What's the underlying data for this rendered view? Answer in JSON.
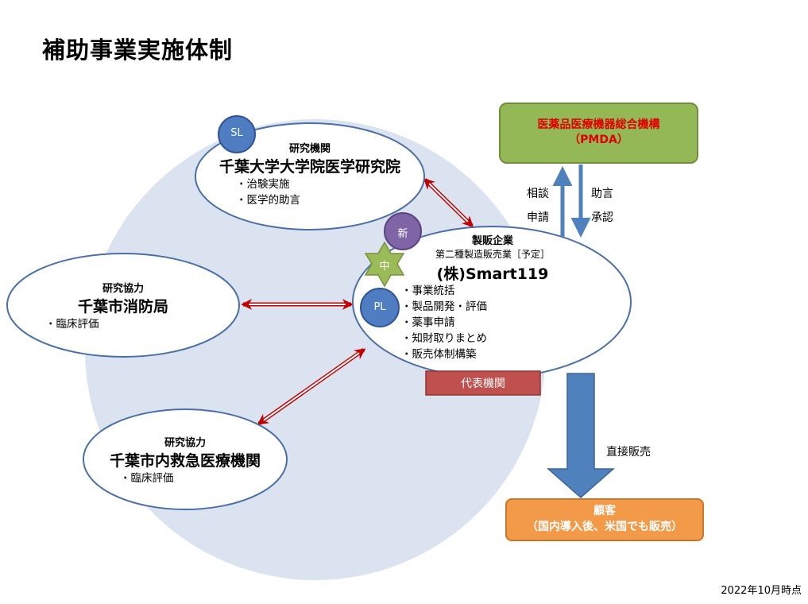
{
  "title": "補助事業実施体制",
  "timestamp": "2022年10月時点",
  "nodes": {
    "university": {
      "badge": "SL",
      "category": "研究機関",
      "name": "千葉大学大学院医学研究院",
      "bullets": [
        "・治験実施",
        "・医学的助言"
      ]
    },
    "fire_dept": {
      "category": "研究協力",
      "name": "千葉市消防局",
      "bullets": [
        "・臨床評価"
      ]
    },
    "emergency": {
      "category": "研究協力",
      "name": "千葉市内救急医療機関",
      "bullets": [
        "・臨床評価"
      ]
    },
    "company": {
      "badge_new": "新",
      "badge_mid": "中",
      "badge_pl": "PL",
      "category": "製販企業",
      "subtitle": "第二種製造販売業［予定］",
      "name": "(株)Smart119",
      "bullets": [
        "・事業統括",
        "・製品開発・評価",
        "・薬事申請",
        "・知財取りまとめ",
        "・販売体制構築"
      ],
      "rep_label": "代表機関"
    },
    "pmda": {
      "line1": "医薬品医療機器総合機構",
      "line2": "（PMDA）"
    },
    "customer": {
      "line1": "顧客",
      "line2": "（国内導入後、米国でも販売）"
    }
  },
  "flows": {
    "up_labels": [
      "相談",
      "申請"
    ],
    "down_labels": [
      "助言",
      "承認"
    ],
    "sales_label": "直接販売"
  },
  "colors": {
    "background_circle": "#dce3f0",
    "ellipse_border": "#4a6fa8",
    "badge_blue": "#4f7dc1",
    "badge_purple": "#7f64a6",
    "star_green": "#9bbb59",
    "arrow_red": "#c00000",
    "flow_blue": "#4f81bd",
    "pmda_fill": "#93b855",
    "customer_fill": "#f39a48",
    "rep_fill": "#c0504d",
    "pmda_text": "#e00000"
  }
}
